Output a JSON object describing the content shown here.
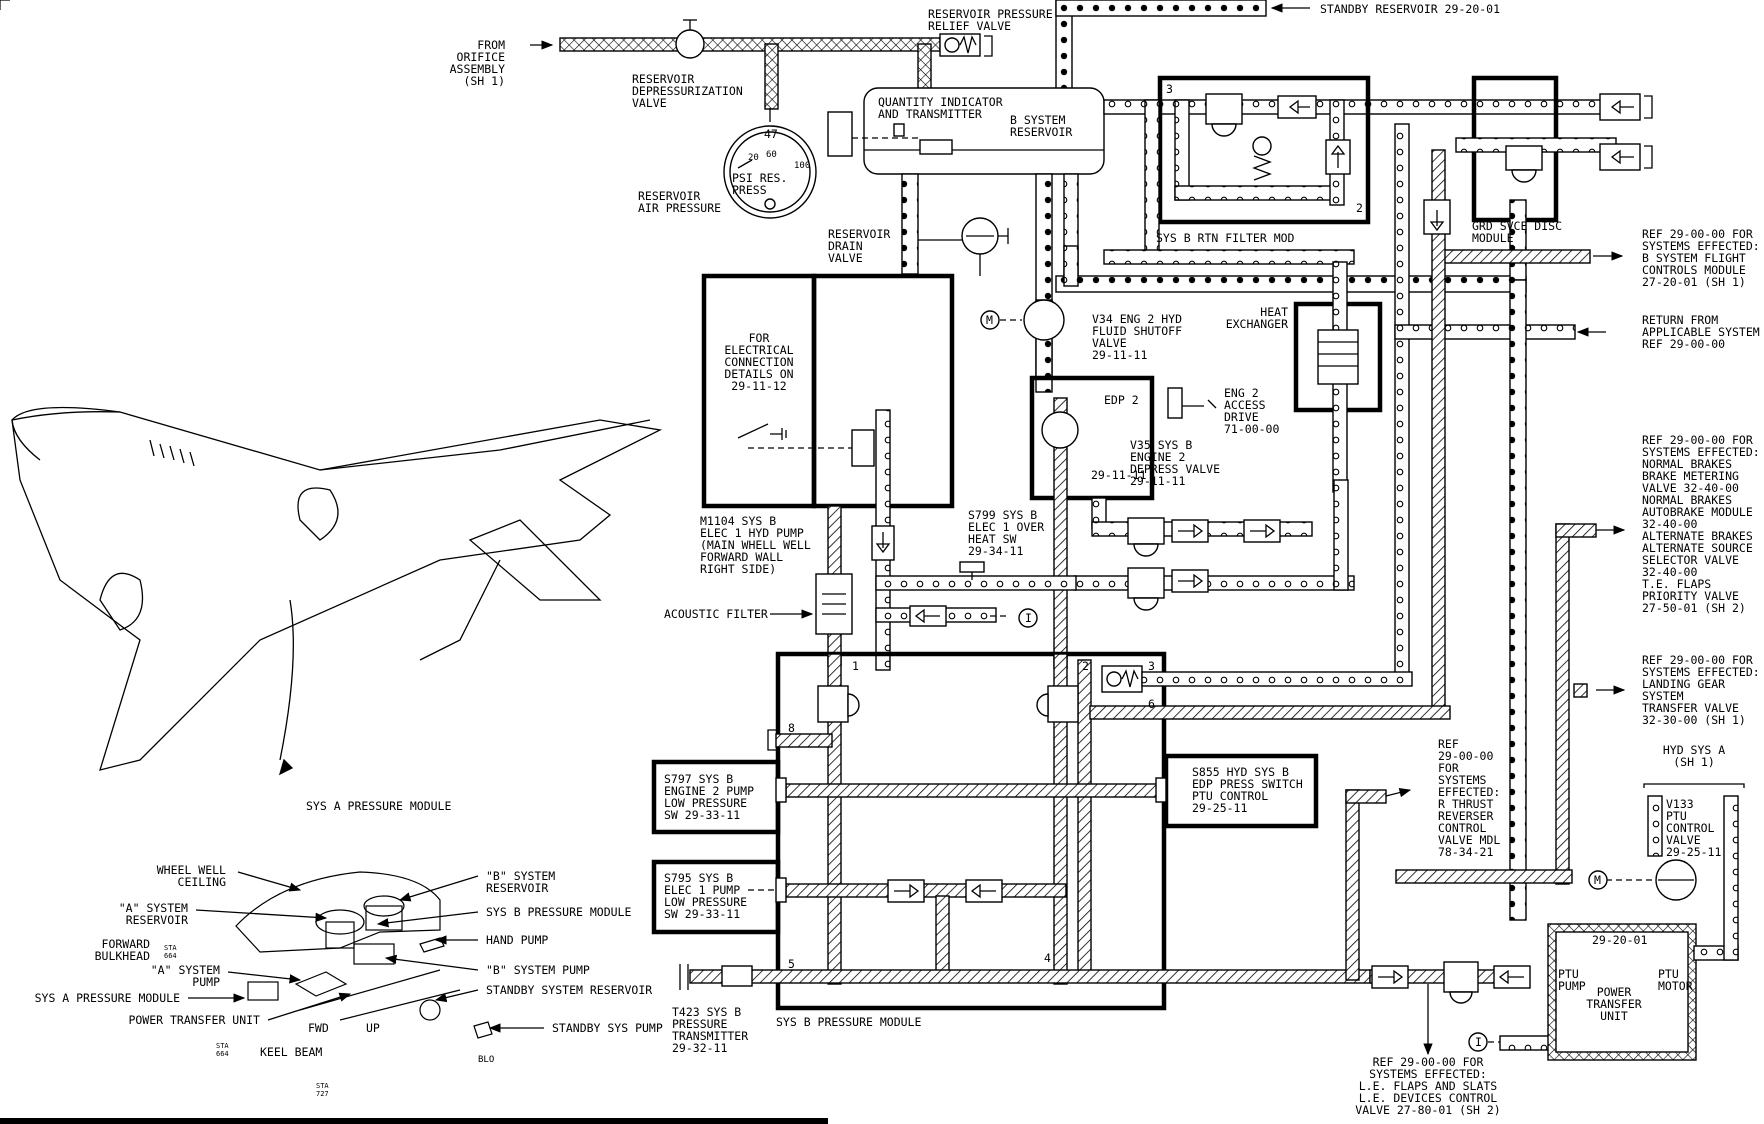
{
  "top": {
    "from_orifice": [
      "FROM",
      "ORIFICE",
      "ASSEMBLY",
      "(SH 1)"
    ],
    "relief_valve": [
      "RESERVOIR PRESSURE",
      "RELIEF VALVE"
    ],
    "standby_reservoir": "STANDBY RESERVOIR 29-20-01",
    "depress_valve": [
      "RESERVOIR",
      "DEPRESSURIZATION",
      "VALVE"
    ],
    "quantity_indicator": [
      "QUANTITY INDICATOR",
      "AND TRANSMITTER"
    ],
    "b_reservoir": [
      "B SYSTEM",
      "RESERVOIR"
    ],
    "gauge_value": "47",
    "gauge_ticks": [
      "20",
      "60",
      "100"
    ],
    "gauge_label": [
      "PSI RES.",
      "PRESS"
    ],
    "air_pressure": [
      "RESERVOIR",
      "AIR PRESSURE"
    ],
    "drain_valve": [
      "RESERVOIR",
      "DRAIN",
      "VALVE"
    ]
  },
  "modules": {
    "filter_mod": "SYS B RTN FILTER MOD",
    "filter_num_3": "3",
    "filter_num_2": "2",
    "grd_svce": [
      "GRD SVCE DISC",
      "MODULE"
    ],
    "ref_flight_controls": [
      "REF 29-00-00 FOR",
      "SYSTEMS EFFECTED:",
      "B SYSTEM FLIGHT",
      "CONTROLS MODULE",
      "27-20-01 (SH 1)"
    ],
    "return_from": [
      "RETURN FROM",
      "APPLICABLE SYSTEM",
      "REF 29-00-00"
    ],
    "heat_exchanger": [
      "HEAT",
      "EXCHANGER"
    ],
    "v34": [
      "V34 ENG 2 HYD",
      "FLUID SHUTOFF",
      "VALVE",
      "29-11-11"
    ],
    "electrical": [
      "FOR",
      "ELECTRICAL",
      "CONNECTION",
      "DETAILS ON",
      "29-11-12"
    ],
    "edp2": "EDP 2",
    "edp2_ref": "29-11-11",
    "eng2_drive": [
      "ENG 2",
      "ACCESS",
      "DRIVE",
      "71-00-00"
    ],
    "v35": [
      "V35 SYS B",
      "ENGINE 2",
      "DEPRESS VALVE",
      "29-11-11"
    ],
    "m1104": [
      "M1104   SYS B",
      "ELEC 1 HYD PUMP",
      "(MAIN WHELL WELL",
      "FORWARD WALL",
      "RIGHT SIDE)"
    ],
    "s799": [
      "S799  SYS B",
      "ELEC 1 OVER",
      "HEAT SW",
      "29-34-11"
    ],
    "acoustic": "ACOUSTIC FILTER",
    "ref_brakes": [
      "REF 29-00-00 FOR",
      "SYSTEMS EFFECTED:",
      "NORMAL BRAKES",
      "BRAKE METERING",
      "VALVE 32-40-00",
      "NORMAL BRAKES",
      "AUTOBRAKE MODULE",
      "32-40-00",
      "ALTERNATE BRAKES",
      "ALTERNATE SOURCE",
      "SELECTOR VALVE",
      "32-40-00",
      "T.E. FLAPS",
      "PRIORITY VALVE",
      "27-50-01 (SH 2)"
    ],
    "ref_gear": [
      "REF 29-00-00 FOR",
      "SYSTEMS EFFECTED:",
      "LANDING GEAR",
      "SYSTEM",
      "TRANSFER VALVE",
      "32-30-00 (SH 1)"
    ],
    "ref_thrust": [
      "REF",
      "29-00-00",
      "FOR",
      "SYSTEMS",
      "EFFECTED:",
      "R THRUST",
      "REVERSER",
      "CONTROL",
      "VALVE MDL",
      "78-34-21"
    ],
    "hyd_sys_a": [
      "HYD SYS A",
      "(SH 1)"
    ],
    "v133": [
      "V133",
      "PTU",
      "CONTROL",
      "VALVE",
      "29-25-11"
    ],
    "s797": [
      "S797  SYS B",
      "ENGINE 2 PUMP",
      "LOW PRESSURE",
      "SW 29-33-11"
    ],
    "s795": [
      "S795  SYS B",
      "ELEC 1 PUMP",
      "LOW PRESSURE",
      "SW 29-33-11"
    ],
    "s855": [
      "S855  HYD SYS B",
      "EDP PRESS SWITCH",
      "PTU CONTROL",
      "29-25-11"
    ],
    "t423": [
      "T423  SYS B",
      "PRESSURE",
      "TRANSMITTER",
      "29-32-11"
    ],
    "pressure_module": "SYS B PRESSURE MODULE",
    "ptu_ref": "29-20-01",
    "ptu_pump": [
      "PTU",
      "PUMP"
    ],
    "ptu_motor": [
      "PTU",
      "MOTOR"
    ],
    "ptu_unit": [
      "POWER",
      "TRANSFER",
      "UNIT"
    ],
    "ref_le": [
      "REF 29-00-00 FOR",
      "SYSTEMS EFFECTED:",
      "L.E. FLAPS AND SLATS",
      "L.E. DEVICES CONTROL",
      "VALVE 27-80-01 (SH 2)"
    ],
    "port_nums": [
      "1",
      "2",
      "3",
      "4",
      "5",
      "6",
      "8"
    ],
    "motor": "M",
    "indicator": "I"
  },
  "locator": {
    "sys_a_module_top": "SYS A PRESSURE MODULE",
    "wheel_well": [
      "WHEEL WELL",
      "CEILING"
    ],
    "a_reservoir": [
      "\"A\" SYSTEM",
      "RESERVOIR"
    ],
    "forward_bulkhead": [
      "FORWARD",
      "BULKHEAD"
    ],
    "sta_664": [
      "STA",
      "664"
    ],
    "a_pump": [
      "\"A\" SYSTEM",
      "PUMP"
    ],
    "sys_a_module": "SYS A PRESSURE MODULE",
    "ptu": "POWER TRANSFER UNIT",
    "fwd": "FWD",
    "up": "UP",
    "keel_beam": "KEEL BEAM",
    "sta_727": [
      "STA",
      "727"
    ],
    "b_reservoir": [
      "\"B\" SYSTEM",
      "RESERVOIR"
    ],
    "b_module": "SYS B PRESSURE MODULE",
    "hand_pump": "HAND PUMP",
    "b_pump": "\"B\" SYSTEM PUMP",
    "standby_reservoir": "STANDBY SYSTEM RESERVOIR",
    "standby_pump": "STANDBY SYS PUMP",
    "blo": "BLO"
  }
}
